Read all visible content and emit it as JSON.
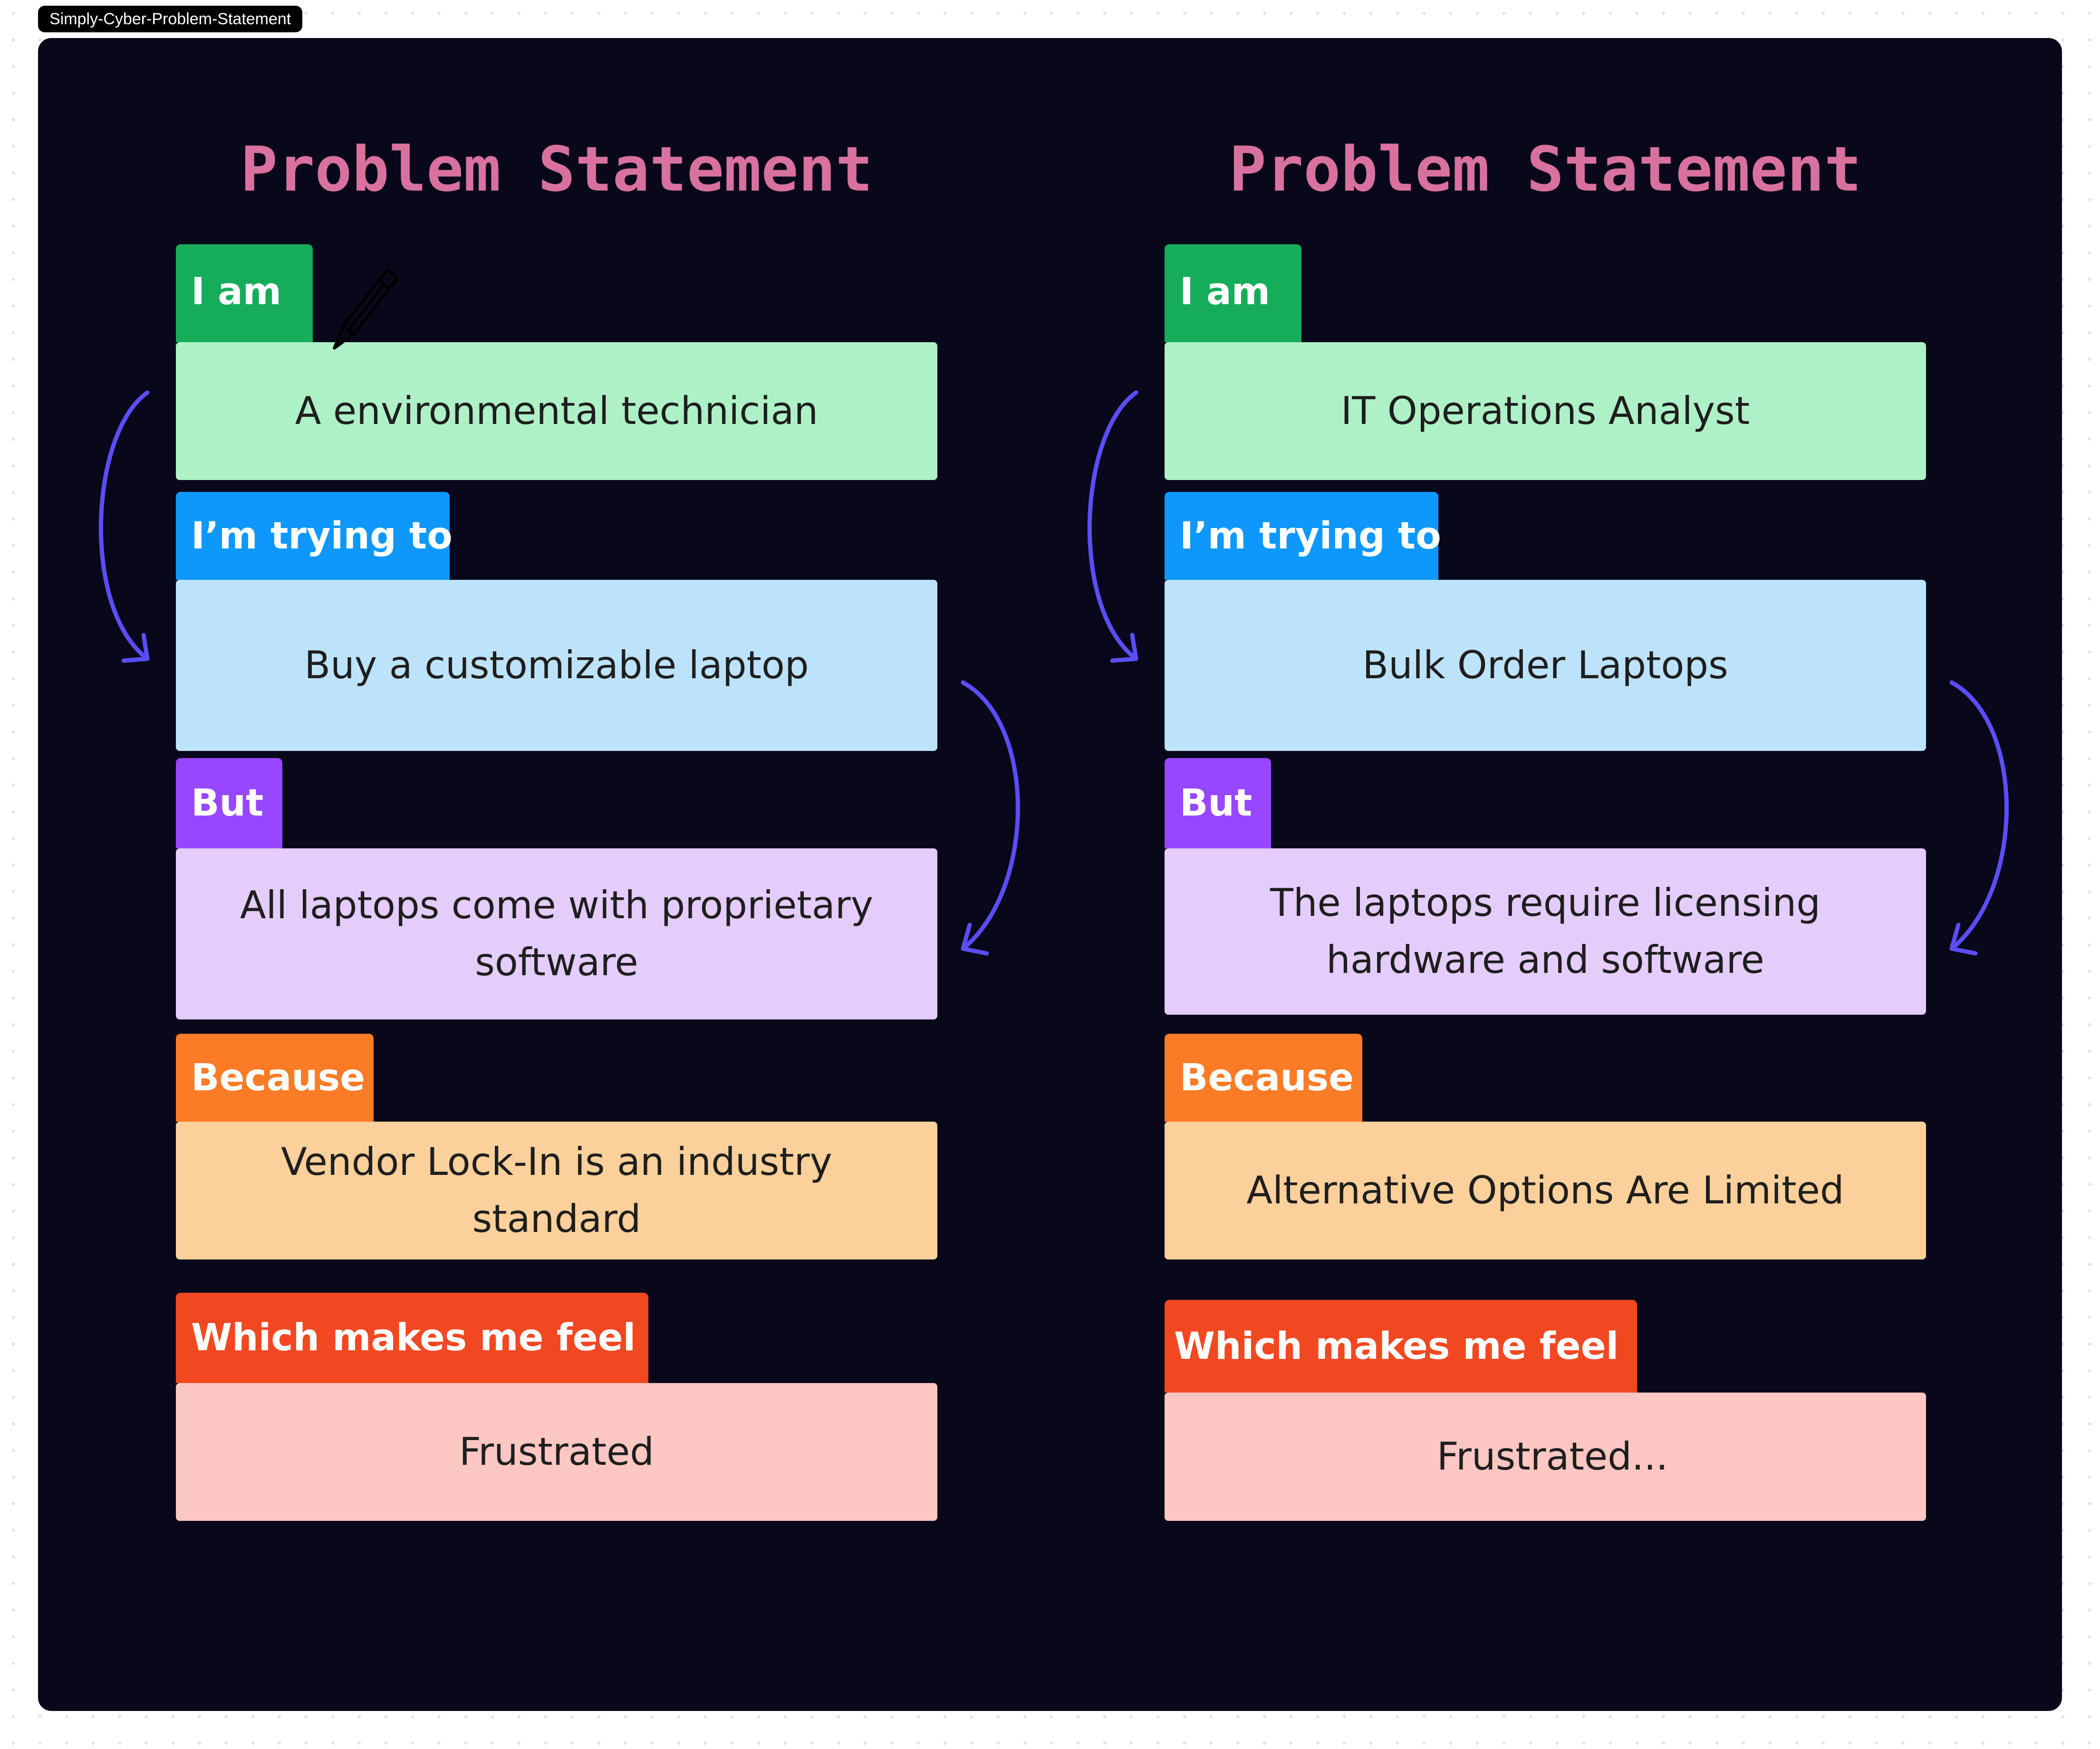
{
  "frame": {
    "label": "Simply-Cyber-Problem-Statement"
  },
  "colors": {
    "frame_background": "#08081a",
    "title": "#d9719f",
    "i_am_tag": "#16ad5a",
    "i_am_note": "#aff1c7",
    "trying_tag": "#0e98fb",
    "trying_note": "#bde3fb",
    "but_tag": "#9747ff",
    "but_note": "#e4ccfb",
    "because_tag": "#fb7b26",
    "because_note": "#fbd09a",
    "feel_tag": "#f24822",
    "feel_note": "#fcc7c2",
    "arrow": "#5b4dfb"
  },
  "statements": [
    {
      "title": "Problem Statement",
      "sections": [
        {
          "tag": "I am",
          "note": "A environmental technician"
        },
        {
          "tag": "I’m trying to",
          "note": "Buy a customizable laptop"
        },
        {
          "tag": "But",
          "note": "All laptops come with proprietary software"
        },
        {
          "tag": "Because",
          "note": "Vendor Lock-In is an industry standard"
        },
        {
          "tag": "Which makes me feel",
          "note": "Frustrated"
        }
      ]
    },
    {
      "title": "Problem Statement",
      "sections": [
        {
          "tag": "I am",
          "note": "IT Operations Analyst"
        },
        {
          "tag": "I’m trying to",
          "note": "Bulk Order Laptops"
        },
        {
          "tag": "But",
          "note": "The laptops require licensing hardware and software"
        },
        {
          "tag": "Because",
          "note": "Alternative Options Are Limited"
        },
        {
          "tag": "Which makes me feel",
          "note": "Frustrated..."
        }
      ]
    }
  ]
}
